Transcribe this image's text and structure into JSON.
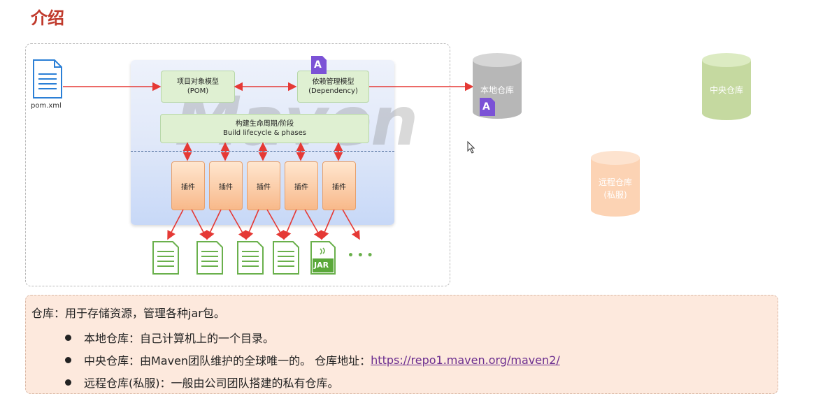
{
  "title": "介绍",
  "pom_label": "pom.xml",
  "maven_watermark": "Maven",
  "pom_model": {
    "line1": "项目对象模型",
    "line2": "(POM)"
  },
  "dependency_model": {
    "line1": "依赖管理模型",
    "line2": "(Dependency)"
  },
  "lifecycle": {
    "line1": "构建生命周期/阶段",
    "line2": "Build lifecycle & phases"
  },
  "plugins": [
    "插件",
    "插件",
    "插件",
    "插件",
    "插件"
  ],
  "artifact_badge": "A",
  "jar_label": "JAR",
  "ellipsis": "• • •",
  "repos": {
    "local": "本地仓库",
    "central": "中央仓库",
    "remote_line1": "远程仓库",
    "remote_line2": "(私服)"
  },
  "colors": {
    "arrow": "#e53935",
    "local_repo": "#b7b7b7",
    "central_repo": "#c5d9a0",
    "remote_repo": "#fcd3b4",
    "badge": "#7b52d6",
    "title": "#c0392b"
  },
  "info": {
    "heading": "仓库：用于存储资源，管理各种jar包。",
    "bullets": [
      {
        "text": "本地仓库：自己计算机上的一个目录。"
      },
      {
        "text": "中央仓库：由Maven团队维护的全球唯一的。 仓库地址：",
        "link": "https://repo1.maven.org/maven2/"
      },
      {
        "text": "远程仓库(私服)：一般由公司团队搭建的私有仓库。"
      }
    ]
  }
}
